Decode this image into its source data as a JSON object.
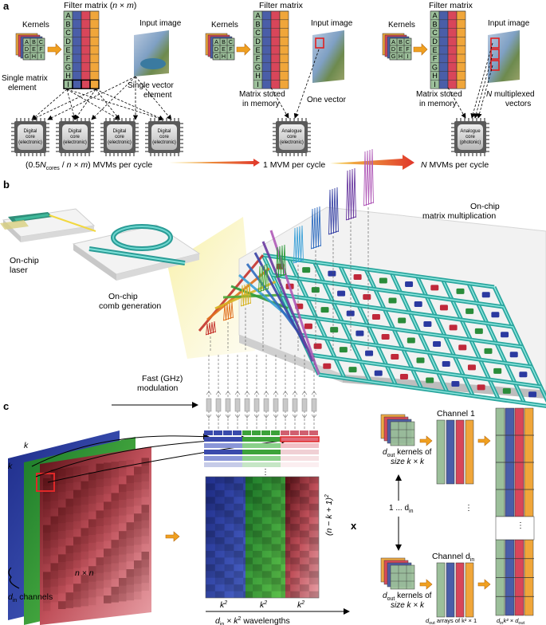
{
  "panel_a": {
    "label": "a",
    "left": {
      "filter_title": "Filter matrix (",
      "filter_title_n": "n",
      "filter_title_x": " × ",
      "filter_title_m": "m",
      "filter_title_end": ")",
      "kernels": "Kernels",
      "input_image": "Input image",
      "single_matrix_1": "Single matrix",
      "single_matrix_2": "element",
      "single_vector_1": "Single vector",
      "single_vector_2": "element",
      "core": [
        "Digital",
        "core",
        "(electronic)"
      ]
    },
    "middle": {
      "filter_title": "Filter matrix",
      "kernels": "Kernels",
      "input_image": "Input image",
      "stored_1": "Matrix stored",
      "stored_2": "in memory",
      "one_vector": "One vector",
      "core": [
        "Analogue",
        "core",
        "(electronic)"
      ]
    },
    "right": {
      "filter_title": "Filter matrix",
      "kernels": "Kernels",
      "input_image": "Input image",
      "stored_1": "Matrix stored",
      "stored_2": "in memory",
      "mux_n": "N",
      "mux_1": " multiplexed",
      "mux_2": "vectors",
      "core": [
        "Analogue",
        "core",
        "(photonic)"
      ]
    },
    "letters": [
      "A",
      "B",
      "C",
      "D",
      "E",
      "F",
      "G",
      "H",
      "I"
    ],
    "kernel_letters": [
      "A",
      "B",
      "C",
      "D",
      "E",
      "F",
      "G",
      "H",
      "I"
    ],
    "mvm_left": "(0.5",
    "mvm_left_n": "N",
    "mvm_left_sub": "cores",
    "mvm_left_rest": " / ",
    "mvm_left_nm": "n × m",
    "mvm_left_end": ") MVMs per cycle",
    "mvm_mid": "1 MVM per cycle",
    "mvm_right_n": "N",
    "mvm_right": " MVMs per cycle",
    "colors": {
      "col1": "#9cbf9a",
      "col2": "#4a5ea8",
      "col3": "#d8465a",
      "col4": "#f0a63a"
    }
  },
  "panel_b": {
    "label": "b",
    "laser_1": "On-chip",
    "laser_2": "laser",
    "comb_1": "On-chip",
    "comb_2": "comb generation",
    "matrix_1": "On-chip",
    "matrix_2": "matrix multiplication"
  },
  "panel_c": {
    "label": "c",
    "modulation_1": "Fast (GHz)",
    "modulation_2": "modulation",
    "k": "k",
    "nxn": "n × n",
    "din": "d",
    "din_sub": "in",
    "channels": " channels",
    "ksq": "k",
    "ksq_sup": "2",
    "rows_label": "(n − k + 1)",
    "rows_sup": "2",
    "wavelengths_d": "d",
    "wavelengths_sub": "in",
    "wavelengths_rest": " × k",
    "wavelengths_sup": "2",
    "wavelengths_end": " wavelengths",
    "times": "x",
    "channel1": "Channel 1",
    "channel_din": "Channel d",
    "channel_din_sub": "in",
    "dout_1": "d",
    "dout_sub": "out",
    "dout_2": " kernels of",
    "dout_3": "size k × k",
    "range": "1 ... d",
    "range_sub": "in",
    "arrays": "d",
    "arrays_sub": "out",
    "arrays_rest": " arrays of k² × 1",
    "final": "d",
    "final_sub": "in",
    "final_rest": "k² × d",
    "final_sub2": "out",
    "ellipsis": "⋮"
  }
}
